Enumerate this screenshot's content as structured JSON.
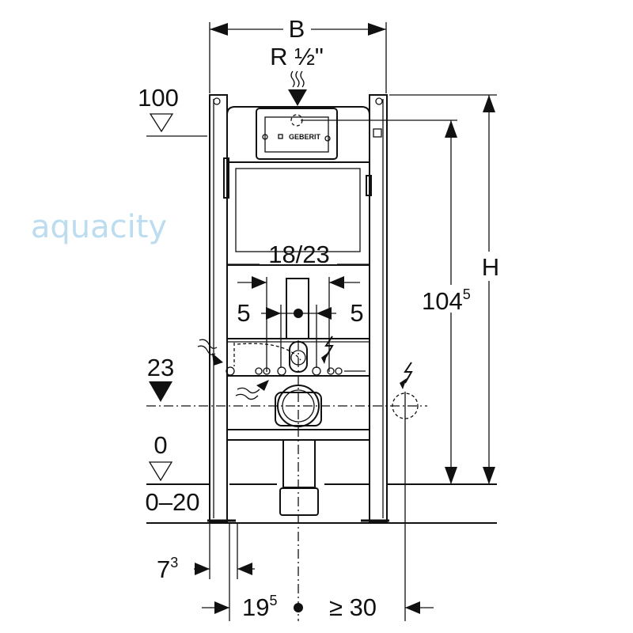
{
  "drawing": {
    "width_label": "B",
    "connection_label": "R ½\"",
    "height_label": "H",
    "height_value": "104",
    "height_value_sup": "5",
    "level_top": "100",
    "level_outlet": "23",
    "level_floor": "0",
    "floor_range": "0–20",
    "inner_width": "18/23",
    "offset_left": "5",
    "offset_right": "5",
    "depth_left": "7",
    "depth_left_sup": "3",
    "axis_offset": "19",
    "axis_offset_sup": "5",
    "min_distance": "≥ 30",
    "brand_logo": "GEBERIT",
    "watermark": "aquacity"
  }
}
